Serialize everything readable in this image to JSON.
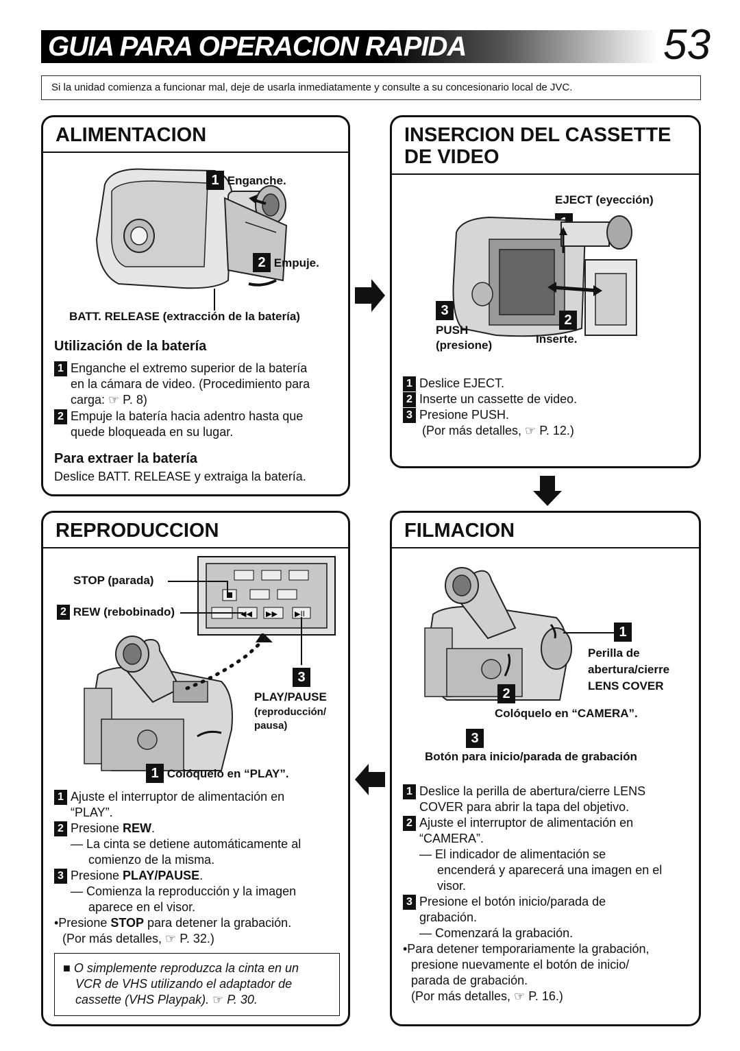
{
  "header": {
    "title": "GUIA PARA OPERACION RAPIDA",
    "page_number": "53",
    "notice": "Si la unidad comienza a funcionar mal, deje de usarla inmediatamente y consulte a su concesionario local de JVC."
  },
  "alimentacion": {
    "title": "ALIMENTACION",
    "callouts": {
      "step1": "Enganche.",
      "step2": "Empuje.",
      "release": "BATT. RELEASE (extracción de la batería)"
    },
    "subhead1": "Utilización de la batería",
    "steps": [
      {
        "n": "1",
        "lines": [
          "Enganche el extremo superior de la batería",
          "en la cámara de video. (Procedimiento para",
          "carga: ☞ P. 8)"
        ]
      },
      {
        "n": "2",
        "lines": [
          "Empuje la batería hacia adentro hasta que",
          "quede bloqueada en su lugar."
        ]
      }
    ],
    "subhead2": "Para extraer la batería",
    "extract_text": "Deslice BATT. RELEASE y extraiga la batería."
  },
  "insercion": {
    "title_line1": "INSERCION DEL CASSETTE",
    "title_line2": "DE VIDEO",
    "callouts": {
      "eject": "EJECT (eyección)",
      "push": "PUSH",
      "push_sub": "(presione)",
      "inserte": "Inserte."
    },
    "steps": [
      {
        "n": "1",
        "text": "Deslice EJECT."
      },
      {
        "n": "2",
        "text": "Inserte un cassette de video."
      },
      {
        "n": "3",
        "text": "Presione PUSH."
      }
    ],
    "detail": "(Por más detalles, ☞ P. 12.)"
  },
  "reproduccion": {
    "title": "REPRODUCCION",
    "callouts": {
      "stop": "STOP (parada)",
      "rew": "REW (rebobinado)",
      "play_pause": "PLAY/PAUSE",
      "play_pause_sub1": "(reproducción/",
      "play_pause_sub2": "pausa)",
      "play_switch": "Colóquelo en “PLAY”."
    },
    "steps": [
      {
        "n": "1",
        "line1": "Ajuste el interruptor de alimentación en",
        "line2": "“PLAY”."
      },
      {
        "n": "2",
        "line1": "Presione ",
        "bold": "REW",
        "after": "."
      },
      {
        "dash1": "— La cinta se detiene automáticamente al",
        "dash2": "comienzo de la misma."
      },
      {
        "n": "3",
        "line1": "Presione ",
        "bold": "PLAY/PAUSE",
        "after": "."
      },
      {
        "dash1": "— Comienza la reproducción y la imagen",
        "dash2": "aparece en el visor."
      }
    ],
    "bullet_pre": "•Presione ",
    "bullet_bold": "STOP",
    "bullet_post": " para detener la grabación.",
    "detail": "(Por más detalles, ☞ P. 32.)",
    "note": [
      "■ O simplemente reproduzca la cinta en un",
      "VCR de VHS utilizando el adaptador de",
      "cassette (VHS Playpak). ☞ P. 30."
    ]
  },
  "filmacion": {
    "title": "FILMACION",
    "callouts": {
      "lens1": "Perilla de",
      "lens2": "abertura/cierre",
      "lens3": "LENS COVER",
      "camera": "Colóquelo en “CAMERA”.",
      "rec": "Botón para inicio/parada de grabación"
    },
    "lines": [
      {
        "n": "1",
        "text": "Deslice la perilla de abertura/cierre LENS"
      },
      {
        "text": "COVER para abrir la tapa del objetivo."
      },
      {
        "n": "2",
        "text": "Ajuste el interruptor de alimentación en"
      },
      {
        "text": "“CAMERA”."
      },
      {
        "text": "— El indicador de alimentación se"
      },
      {
        "text": "encenderá y aparecerá una imagen en el"
      },
      {
        "text": "visor."
      },
      {
        "n": "3",
        "text": "Presione el botón inicio/parada de"
      },
      {
        "text": "grabación."
      },
      {
        "text": "— Comenzará la grabación."
      },
      {
        "text": "•Para detener temporariamente la grabación,"
      },
      {
        "text": "presione nuevamente el botón de inicio/"
      },
      {
        "text": "parada de grabación."
      },
      {
        "text": "(Por más detalles, ☞ P. 16.)"
      }
    ]
  }
}
